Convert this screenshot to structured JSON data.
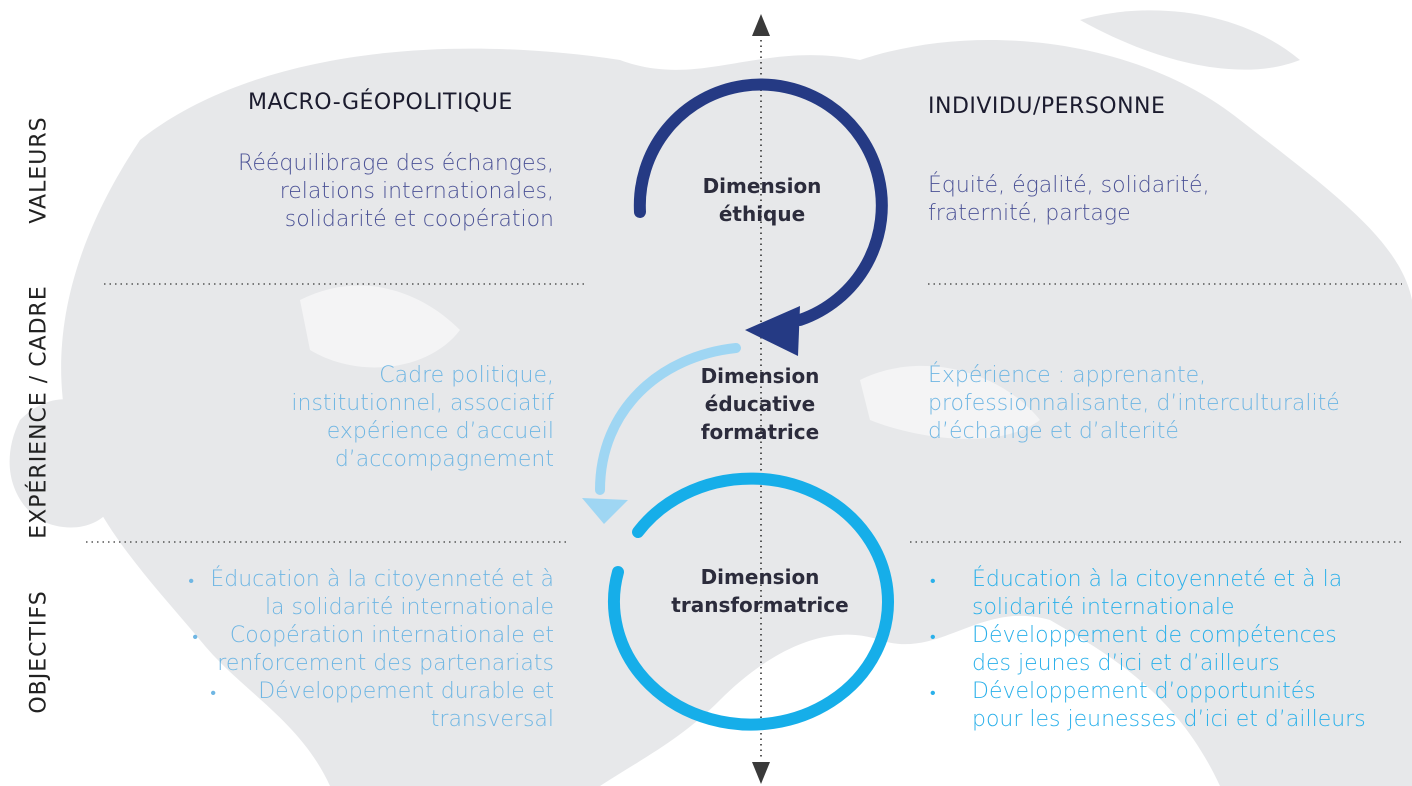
{
  "row_labels": {
    "valeurs": "VALEURS",
    "experience": "EXPÉRIENCE / CADRE",
    "objectifs": "OBJECTIFS"
  },
  "headings": {
    "left": "MACRO-GÉOPOLITIQUE",
    "right": "INDIVIDU/PERSONNE"
  },
  "values": {
    "left": [
      "Rééquilibrage des échanges,",
      "relations internationales,",
      "solidarité et coopération"
    ],
    "right": [
      "Équité, égalité, solidarité,",
      "fraternité, partage"
    ]
  },
  "experience": {
    "left": [
      "Cadre politique,",
      "institutionnel, associatif",
      "expérience d’accueil",
      "d’accompagnement"
    ],
    "right": [
      "Éxpérience : apprenante,",
      "professionnalisante, d’interculturalité",
      "d’échange et d’alterité"
    ]
  },
  "dimensions": {
    "ethique": [
      "Dimension",
      "éthique"
    ],
    "educative": [
      "Dimension",
      "éducative",
      "formatrice"
    ],
    "transformatrice": [
      "Dimension",
      "transformatrice"
    ]
  },
  "objectives": {
    "left": [
      [
        "Éducation à la citoyenneté et à",
        "la solidarité internationale"
      ],
      [
        "Coopération internationale et",
        "renforcement des partenariats"
      ],
      [
        "Développement durable et",
        "transversal"
      ]
    ],
    "right": [
      [
        "Éducation à la citoyenneté et à la",
        "solidarité internationale"
      ],
      [
        "Développement de compétences",
        "des jeunes d’ici et d’ailleurs"
      ],
      [
        "Développement d’opportunités",
        "pour les jeunesses d’ici et d’ailleurs"
      ]
    ]
  },
  "bullet_symbol": "•",
  "colors": {
    "dark_navy": "#253a84",
    "light_blue": "#9fd6f3",
    "bright_blue": "#16aee9",
    "text_dark_purple": "#4b5296",
    "text_light_blue": "#6fb6e3",
    "text_bright_blue": "#2ab0ea"
  }
}
